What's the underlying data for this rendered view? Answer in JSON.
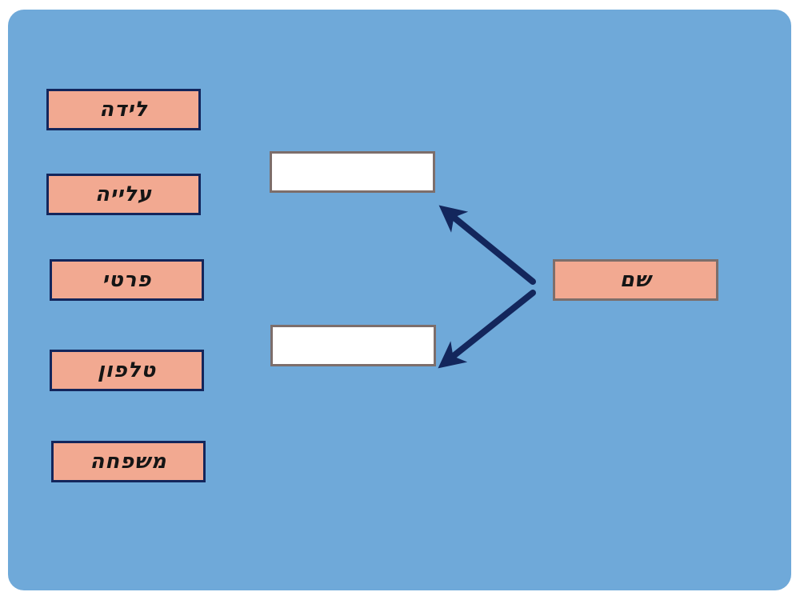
{
  "board": {
    "description_label": ""
  },
  "word_bank": {
    "items": [
      {
        "label": "לידה"
      },
      {
        "label": "עלייה"
      },
      {
        "label": "פרטי"
      },
      {
        "label": "טלפון"
      },
      {
        "label": "משפחה"
      }
    ]
  },
  "answer_slots": [
    {
      "value": ""
    },
    {
      "value": ""
    }
  ],
  "source": {
    "label": "שם"
  },
  "colors": {
    "board_bg": "#6FA9D9",
    "tile_fill": "#F2A991",
    "tile_border": "#13265C",
    "slot_border": "#7D6E6B",
    "arrow": "#13265C",
    "text": "#151515",
    "page_bg": "#FFFFFF"
  }
}
